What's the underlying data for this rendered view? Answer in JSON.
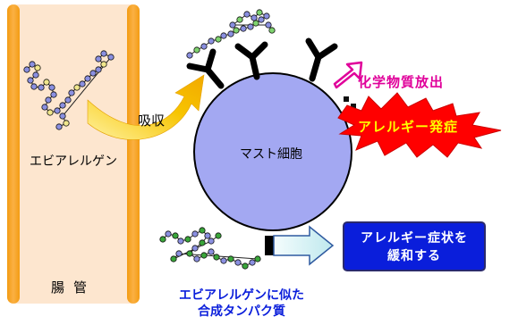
{
  "labels": {
    "intestine_allergen": "エビアレルゲン",
    "gut": "腸管",
    "absorption": "吸収",
    "mast_cell": "マスト細胞",
    "chemical_release": "化学物質放出",
    "allergy_onset": "アレルギー発症",
    "relief_line1": "アレルギー症状を",
    "relief_line2": "緩和する",
    "synthetic_line1": "エビアレルゲンに似た",
    "synthetic_line2": "合成タンパク質"
  },
  "colors": {
    "gut_wall": "#f5a623",
    "gut_fill": "#fde6cf",
    "mast_cell": "#a3a8f2",
    "bead": "#8a8fe0",
    "arrow": "#f7b800",
    "burst": "#ff0000",
    "chem_arrow": "#e0009a",
    "relief_box": "#0a1edb",
    "synthetic_text": "#0a1edb",
    "block_arrow": "#cfeff2"
  },
  "icons": [
    "allergen-chain-icon",
    "receptor-icon",
    "explosion-icon",
    "block-arrow-icon"
  ]
}
